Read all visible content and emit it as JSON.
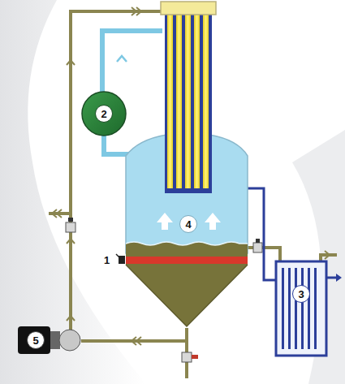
{
  "diagram": {
    "nodes": [
      {
        "text": [
          "2"
        ]
      },
      {
        "text": [
          "4"
        ]
      },
      {
        "text": [
          "3"
        ]
      },
      {
        "text": [
          "5"
        ]
      }
    ],
    "labels": [
      "1"
    ]
  }
}
